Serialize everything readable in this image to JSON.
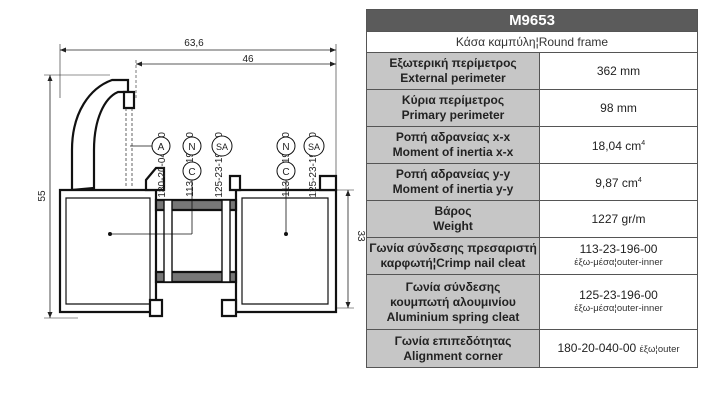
{
  "drawing": {
    "dim_total_width": "63,6",
    "dim_partial_width": "46",
    "dim_height_total": "55",
    "dim_height_main": "33",
    "codes_left": [
      "180-20-040-00",
      "113-23-196-00",
      "125-23-196-00"
    ],
    "codes_right": [
      "113-23-196-00",
      "125-23-196-00"
    ],
    "markers_left": [
      "A",
      "C",
      "N",
      "SA"
    ],
    "markers_right": [
      "C",
      "N",
      "SA"
    ]
  },
  "spec": {
    "code": "M9653",
    "subtitle": "Κάσα καμπύλη¦Round frame",
    "rows": [
      {
        "label_gr": "Εξωτερική περίμετρος",
        "label_en": "External perimeter",
        "value": "362 mm"
      },
      {
        "label_gr": "Κύρια περίμετρος",
        "label_en": "Primary perimeter",
        "value": "98 mm"
      },
      {
        "label_gr": "Ροπή αδρανείας x-x",
        "label_en": "Moment of inertia x-x",
        "value": "18,04 cm",
        "sup": "4"
      },
      {
        "label_gr": "Ροπή αδρανείας y-y",
        "label_en": "Moment of inertia y-y",
        "value": "9,87 cm",
        "sup": "4"
      },
      {
        "label_gr": "Βάρος",
        "label_en": "Weight",
        "value": "1227 gr/m"
      },
      {
        "label_gr": "Γωνία σύνδεσης πρεσαριστή",
        "label_en": "καρφωτή¦Crimp nail cleat",
        "value": "113-23-196-00",
        "value_note": "έξω-μέσα¦outer-inner"
      },
      {
        "label_gr": "Γωνία σύνδεσης",
        "label_gr2": "κουμπωτή αλουμινίου",
        "label_en": "Aluminium spring cleat",
        "value": "125-23-196-00",
        "value_note": "έξω-μέσα¦outer-inner"
      },
      {
        "label_gr": "Γωνία επιπεδότητας",
        "label_en": "Alignment corner",
        "value": "180-20-040-00",
        "value_note": "έξω¦outer"
      }
    ]
  }
}
